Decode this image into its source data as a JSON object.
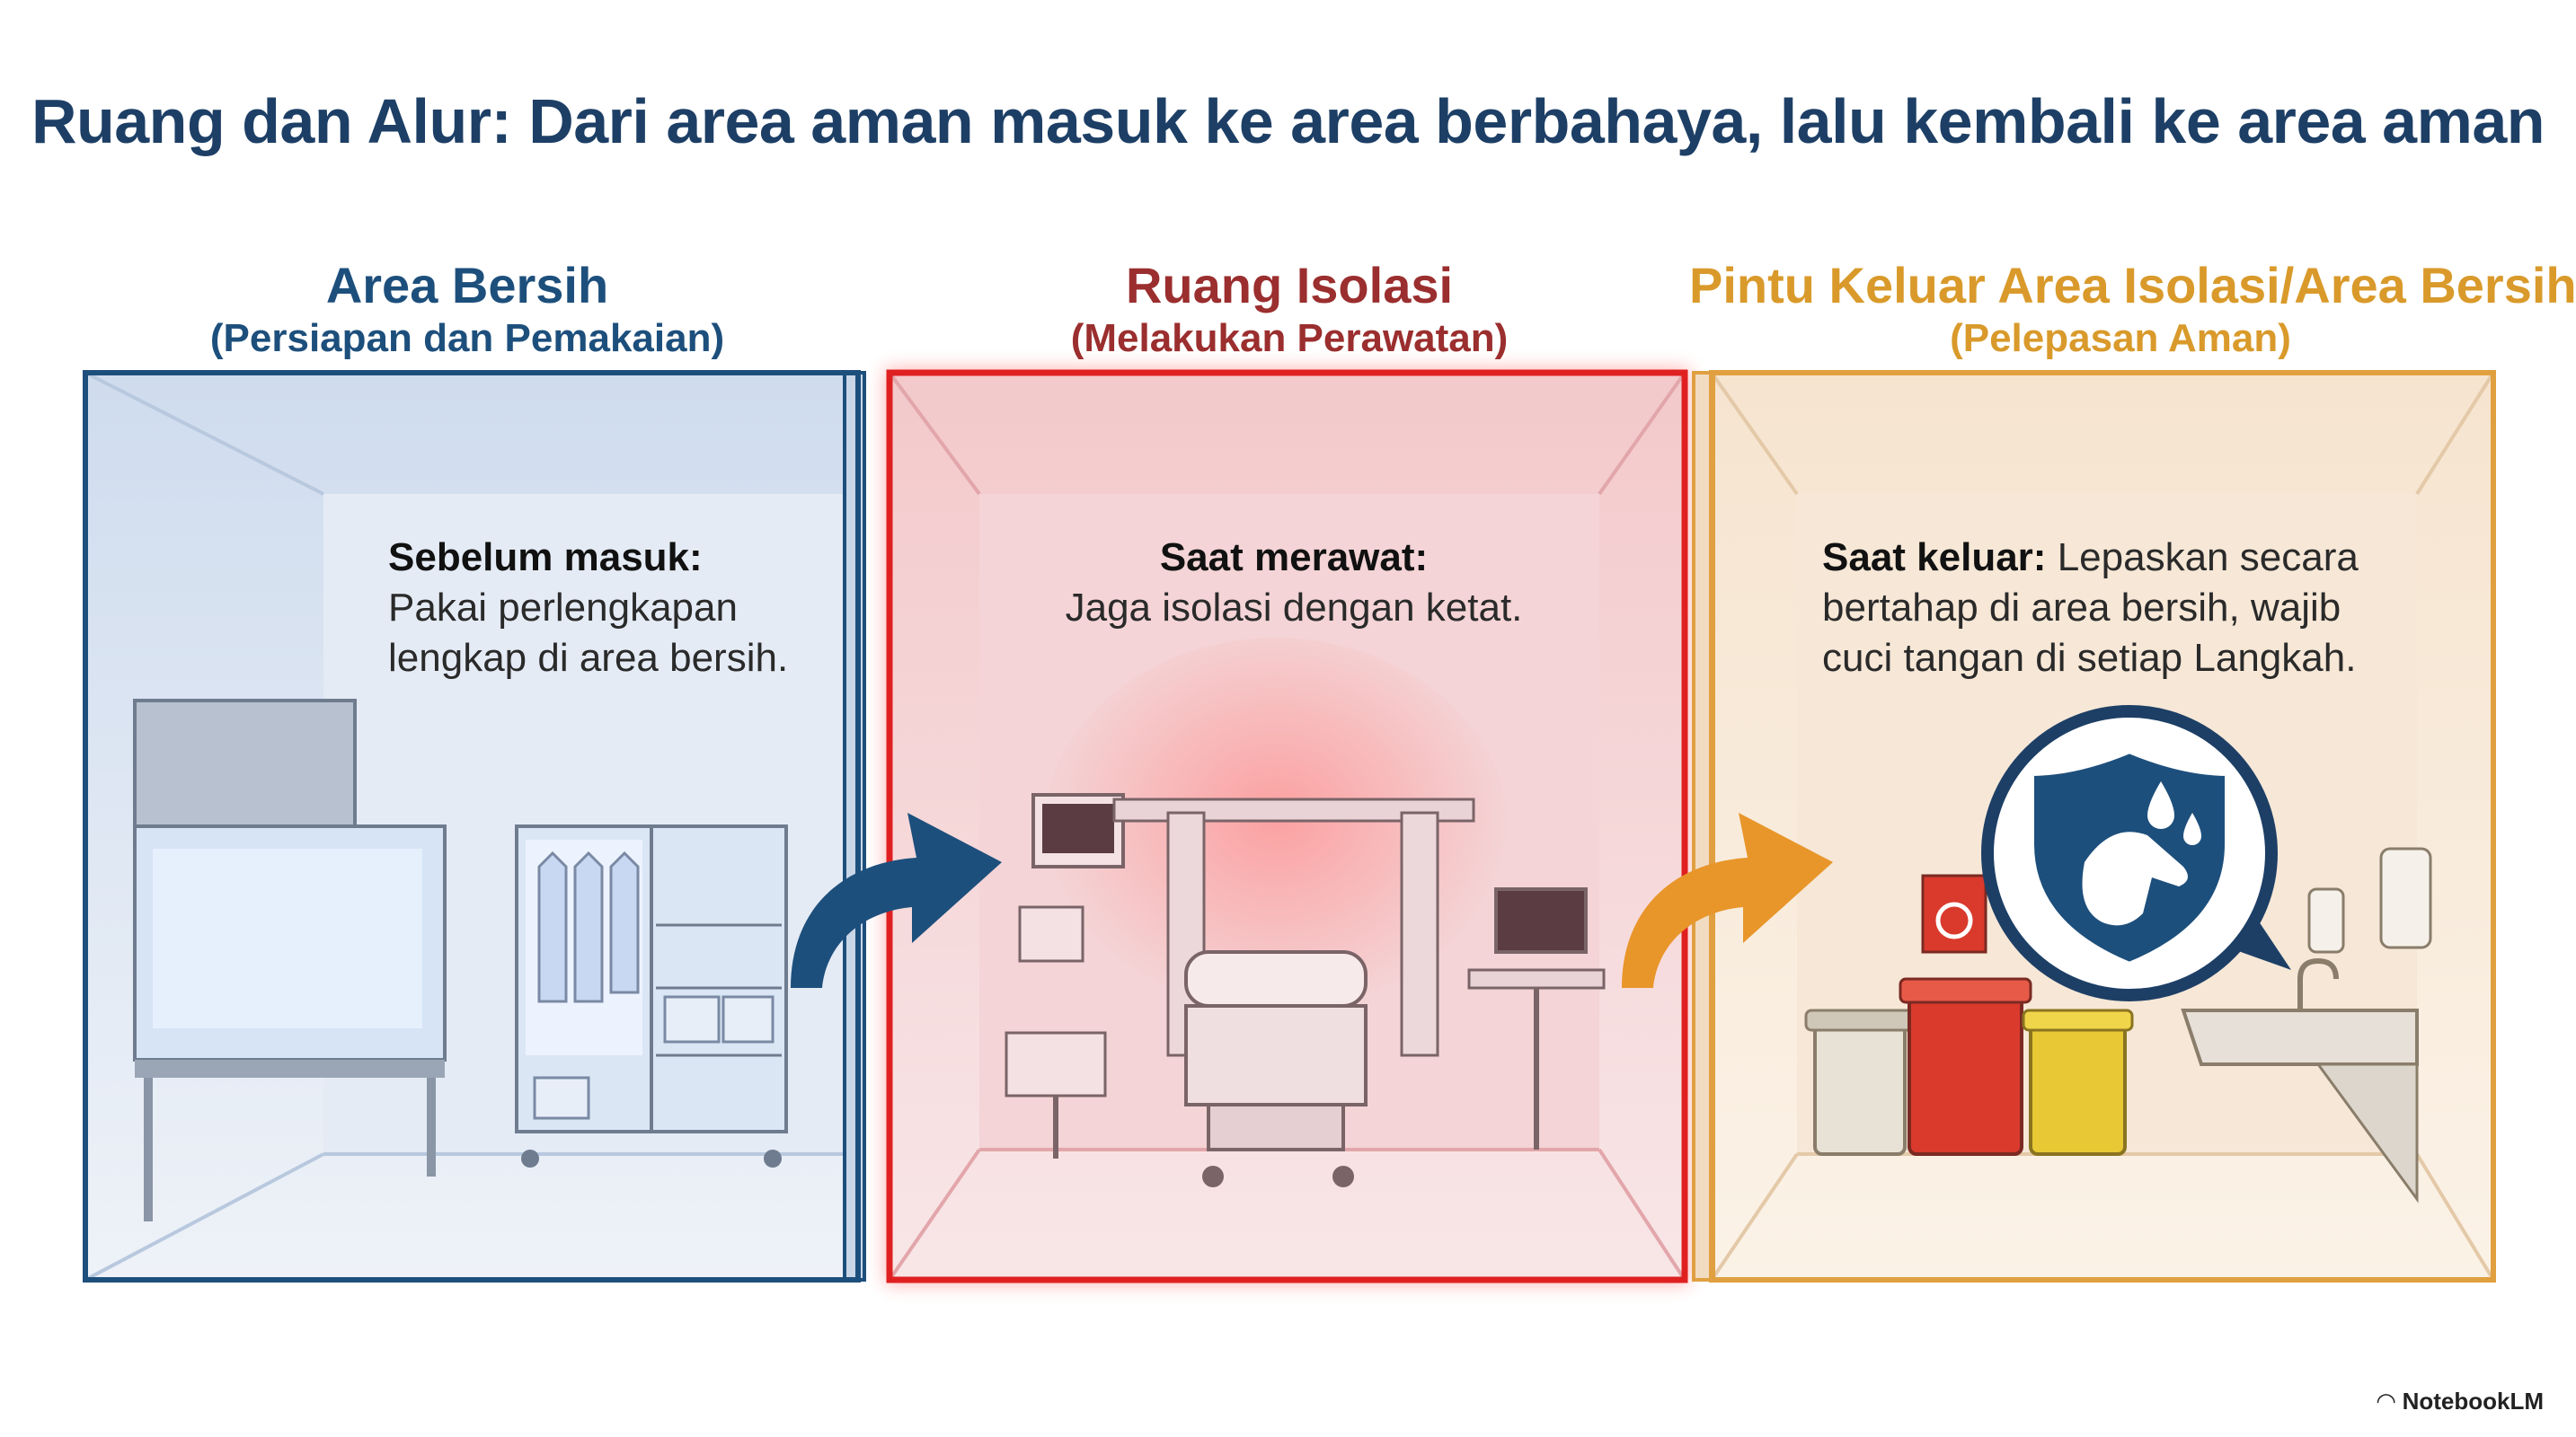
{
  "title": "Ruang dan Alur: Dari area aman masuk ke area berbahaya, lalu kembali ke area aman",
  "zones": [
    {
      "title": "Area Bersih",
      "subtitle": "(Persiapan dan Pemakaian)",
      "label": "Sebelum masuk:",
      "text_lines": [
        "Pakai perlengkapan",
        "lengkap di area bersih."
      ],
      "color": "#1d4f7c"
    },
    {
      "title": "Ruang Isolasi",
      "subtitle": "(Melakukan Perawatan)",
      "label": "Saat merawat:",
      "text_lines": [
        "Jaga isolasi dengan ketat."
      ],
      "color": "#e02020"
    },
    {
      "title": "Pintu Keluar Area Isolasi/Area Bersih",
      "subtitle": "(Pelepasan Aman)",
      "label": "Saat keluar:",
      "text_first": "Lepaskan secara",
      "text_lines": [
        "bertahap di area bersih, wajib",
        "cuci tangan di setiap Langkah."
      ],
      "color": "#e0a040"
    }
  ],
  "arrows": [
    {
      "color": "#1d4f7c"
    },
    {
      "color": "#e8962a"
    }
  ],
  "icons": {
    "handwash": "shield-handwash-icon",
    "biohazard": "biohazard-icon"
  },
  "brand": "NotebookLM"
}
